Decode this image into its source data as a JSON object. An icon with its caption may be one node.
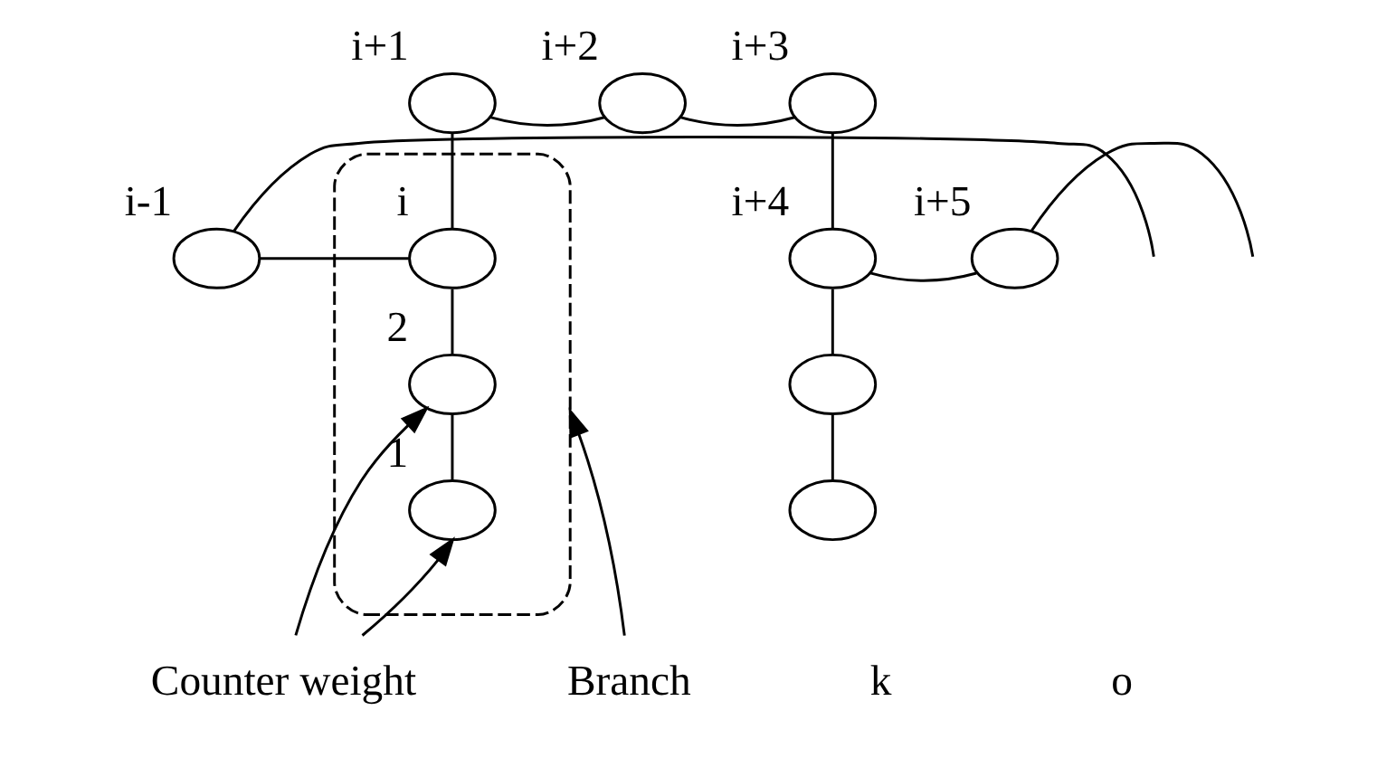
{
  "diagram": {
    "nodes": [
      {
        "text": [],
        "shape": "ellipse",
        "beside": [
          "i+1"
        ]
      },
      {
        "text": [],
        "shape": "ellipse",
        "beside": [
          "i+2"
        ]
      },
      {
        "text": [],
        "shape": "ellipse",
        "beside": [
          "i+3"
        ]
      },
      {
        "text": [],
        "shape": "ellipse",
        "beside": [
          "i-1"
        ]
      },
      {
        "text": [],
        "shape": "ellipse"
      },
      {
        "text": [],
        "shape": "ellipse",
        "beside": [
          "i"
        ],
        "in": 4
      },
      {
        "text": [],
        "shape": "ellipse",
        "beside": [
          "i+4"
        ]
      },
      {
        "text": [],
        "shape": "ellipse",
        "beside": [
          "i+5"
        ]
      },
      {
        "text": [],
        "shape": "ellipse",
        "beside": [
          "2"
        ],
        "in": 4
      },
      {
        "text": [],
        "shape": "ellipse",
        "beside": [
          "1"
        ],
        "in": 4
      },
      {
        "text": [],
        "shape": "ellipse"
      },
      {
        "text": [],
        "shape": "ellipse"
      },
      {
        "text": [
          "Branch"
        ]
      },
      {
        "text": [
          "Counter weight"
        ]
      }
    ],
    "edges": [
      {
        "from": 0,
        "to": 1,
        "arrow": "none"
      },
      {
        "from": 1,
        "to": 2,
        "arrow": "none"
      },
      {
        "from": 0,
        "to": 5,
        "arrow": "none"
      },
      {
        "from": null,
        "to": 3,
        "arrow": "none"
      },
      {
        "from": 3,
        "to": 5,
        "arrow": "none"
      },
      {
        "from": 2,
        "to": 6,
        "arrow": "none"
      },
      {
        "from": 6,
        "to": 7,
        "arrow": "none"
      },
      {
        "from": 7,
        "to": null,
        "arrow": "none"
      },
      {
        "from": 5,
        "to": 8,
        "arrow": "none"
      },
      {
        "from": 8,
        "to": 9,
        "arrow": "none"
      },
      {
        "from": 6,
        "to": 10,
        "arrow": "none"
      },
      {
        "from": 10,
        "to": 11,
        "arrow": "none"
      },
      {
        "from": 13,
        "to": 8,
        "arrow": "to"
      },
      {
        "from": 13,
        "to": 9,
        "arrow": "to"
      },
      {
        "from": 12,
        "to": 4,
        "arrow": "to"
      }
    ],
    "labels": [
      "k",
      "o"
    ]
  }
}
